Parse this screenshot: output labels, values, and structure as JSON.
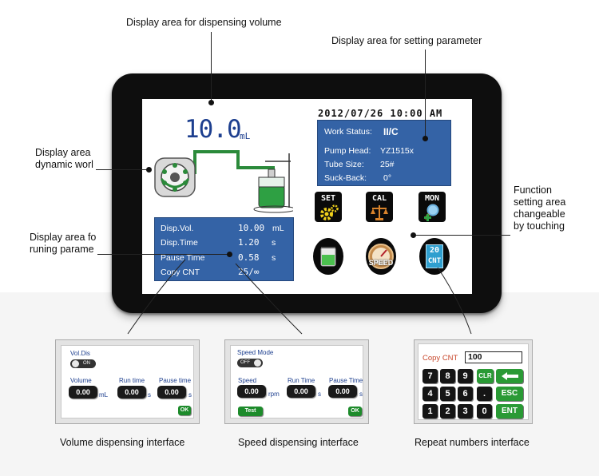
{
  "callouts": {
    "dispensing_volume": "Display area for dispensing volume",
    "setting_parameter": "Display area for setting parameter",
    "dynamic_work_line1": "Display area",
    "dynamic_work_line2": "dynamic worl",
    "running_param_line1": "Display area fo",
    "running_param_line2": "runing parame",
    "function_line1": "Function",
    "function_line2": "setting area",
    "function_line3": "changeable",
    "function_line4": "by touching"
  },
  "screen": {
    "volume_value": "10.0",
    "volume_unit": "mL",
    "datetime": "2012/07/26 10:00 AM",
    "params": {
      "work_status_label": "Work Status:",
      "work_status_value": "II/C",
      "pump_head_label": "Pump Head:",
      "pump_head_value": "YZ1515x",
      "tube_size_label": "Tube Size:",
      "tube_size_value": "25#",
      "suck_back_label": "Suck-Back:",
      "suck_back_value": "0°"
    },
    "running": {
      "rows": [
        {
          "label": "Disp.Vol.",
          "value": "10.00",
          "unit": "mL"
        },
        {
          "label": "Disp.Time",
          "value": "1.20",
          "unit": "s"
        },
        {
          "label": "Pause Time",
          "value": "0.58",
          "unit": "s"
        },
        {
          "label": "Copy CNT",
          "value": "25/∞",
          "unit": ""
        }
      ]
    },
    "function_buttons": {
      "set": "SET",
      "cal": "CAL",
      "mon": "MON",
      "speed": "SPEED",
      "cnt_top": "20",
      "cnt_bottom": "CNT"
    }
  },
  "volume_panel": {
    "title": "Vol.Dis",
    "toggle": "ON",
    "volume_label": "Volume",
    "volume_value": "0.00",
    "volume_unit": "mL",
    "run_label": "Run time",
    "run_value": "0.00",
    "run_unit": "s",
    "pause_label": "Pause time",
    "pause_value": "0.00",
    "pause_unit": "s",
    "ok": "OK"
  },
  "speed_panel": {
    "title": "Speed Mode",
    "toggle": "OFF",
    "speed_label": "Speed",
    "speed_value": "0.00",
    "speed_unit": "rpm",
    "run_label": "Run Time",
    "run_value": "0.00",
    "run_unit": "s",
    "pause_label": "Pause Time",
    "pause_value": "0.00",
    "pause_unit": "s",
    "test": "Test",
    "ok": "OK"
  },
  "keypad_panel": {
    "copy_label": "Copy CNT",
    "copy_value": "100",
    "keys": [
      "7",
      "8",
      "9",
      "4",
      "5",
      "6",
      "1",
      "2",
      "3",
      "0",
      "."
    ],
    "clr": "CLR",
    "esc": "ESC",
    "ent": "ENT"
  },
  "captions": {
    "volume": "Volume dispensing interface",
    "speed": "Speed dispensing interface",
    "repeat": "Repeat numbers interface"
  },
  "colors": {
    "screen_blue": "#3463a6",
    "text_blue": "#1d3f8f",
    "key_green": "#2a9a35",
    "pump_green": "#1d8b2b"
  }
}
